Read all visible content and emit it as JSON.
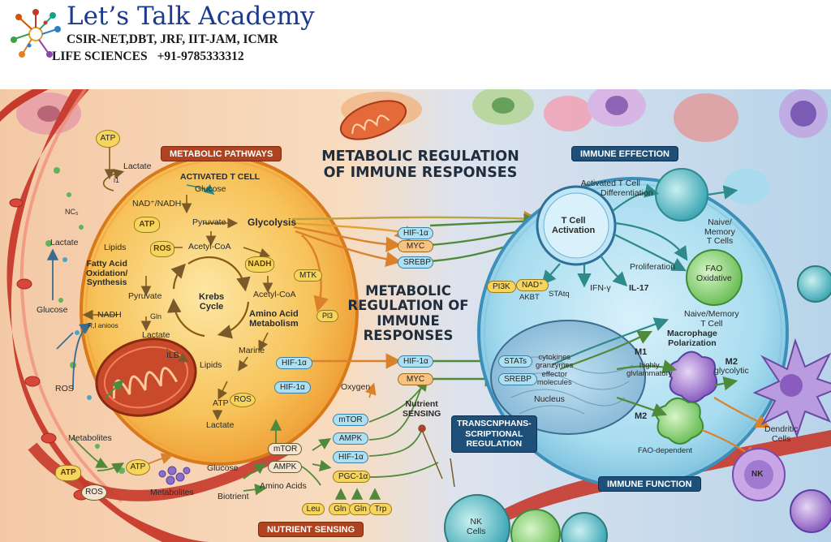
{
  "header": {
    "title": "Let’s Talk Academy",
    "exams": "CSIR-NET,DBT, JRF, IIT-JAM, ICMR",
    "subject": "LIFE SCIENCES",
    "phone": "+91-9785333312",
    "logo_icon": "molecule-cluster-logo"
  },
  "diagram": {
    "title_top": [
      "METABOLIC REGULATION",
      "OF IMMUNE RESPONSES"
    ],
    "title_center": [
      "METABOLIC",
      "REGULATION OF",
      "IMMUNE",
      "RESPONSES"
    ],
    "banners": {
      "metabolic_pathways": "METABOLIC PATHWAYS",
      "nutrient_sensing": "NUTRIENT SENSING",
      "immune_effection": "IMMUNE EFFECTION",
      "immune_function": "IMMUNE FUNCTION",
      "transcriptional": [
        "TRANSCNPHANS-",
        "SCRIPTIONAL",
        "REGULATION"
      ]
    },
    "left_cell": {
      "title": "ACTIVATED T CELL",
      "atp_top": "ATP",
      "lactate_top": "Lactate",
      "i1": "i1",
      "glucose": "Glucose",
      "nadh_pair": "NAD⁺/NADH",
      "atp_star": "ATP",
      "pyruvate": "Pyruvate",
      "glycolysis": "Glycolysis",
      "lipids": "Lipids",
      "ros_star": "ROS",
      "acetyl_coa": "Acetyl-CoA",
      "nadh_star": "NADH",
      "fatty_acid": [
        "Fatty Acid",
        "Oxidation/",
        "Synthesis"
      ],
      "krebs": [
        "Krebs",
        "Cycle"
      ],
      "mtk": "MTK",
      "pyruvate2": "Pyruvate",
      "acetyl_coa2": "Acetyl-CoA",
      "gin": "Gln",
      "amino_acid_met": [
        "Amino Acid",
        "Metabolism"
      ],
      "lactate_mid": "Lactate",
      "marine": "Marine",
      "ilb": "ILB",
      "lipids2": "Lipids",
      "atp_low": "ATP",
      "ros_low": "ROS",
      "lactate_low": "Lactate",
      "hif_side": "HIF-1α",
      "hif_inner": "HIF-1α",
      "pl3": "Pl3"
    },
    "left_edge": {
      "no": "NC₅",
      "lactate": "Lactate",
      "glucose": "Glucose",
      "nadh": "NADH",
      "anions": "R,l anioos",
      "ros": "ROS",
      "metabolites": "Metabolites",
      "atp_star": "ATP",
      "atp_pill": "ATP",
      "ros_bottom": "ROS",
      "metabolites_bottom": "Metabolites"
    },
    "center": {
      "hif": "HIF-1α",
      "myc": "MYC",
      "srebp": "SREBP",
      "hif2": "HIF-1α",
      "myc2": "MYC",
      "oxygen": "Oxygen",
      "nutrient_sensing": [
        "Nutrient",
        "SENSING"
      ],
      "mtor_top": "mTOR",
      "ampk_top": "AMPK",
      "hif3": "HIF-1α",
      "pgc": "PGC-1α",
      "mtor_left": "mTOR",
      "ampk_left": "AMPK",
      "glucose": "Glucose",
      "amino_acids": "Amino Acids",
      "biotrient": "Biotrient",
      "leu": "Leu",
      "gin1": "Gln",
      "gin2": "Gln",
      "trp": "Trp"
    },
    "right_cell": {
      "activated_diff": [
        "Activated T Cell",
        "Differentiation"
      ],
      "tcell_activation": [
        "T Cell",
        "Activation"
      ],
      "naive_memory": [
        "Naive/",
        "Memory",
        "T Cells"
      ],
      "proliferation": "Proliferation",
      "fao": [
        "FAO",
        "Oxidative"
      ],
      "pi3k": "PI3K",
      "nad": "NAD⁺",
      "akt": "AKBT",
      "stat_q": "STAtq",
      "ifn": "IFN-γ",
      "il17": "IL-17",
      "naive_memory2": [
        "Naive/Memory",
        "T Cell"
      ],
      "macrophage": [
        "Macrophage",
        "Polarization"
      ],
      "m1": "M1",
      "highly": [
        "highly",
        "glvlammatory"
      ],
      "m2": [
        "M2",
        "glycolytic"
      ],
      "stats": "STATs",
      "srebp": "SREBP",
      "cytokines": [
        "cytokines",
        "granzymes",
        "effector",
        "molecules"
      ],
      "nucleus": "Nucleus",
      "m2b": "M2",
      "fao_dep": "FAO-dependent",
      "dendritic": [
        "Dendritic",
        "Cells"
      ],
      "nk": "NK",
      "nk_cells": [
        "NK",
        "Cells"
      ]
    },
    "colors": {
      "orange_cell": "#f5b64a",
      "blue_cell": "#8fd0e8",
      "vessel": "#c7392b",
      "banner_red": "#b0431f",
      "banner_blue": "#1e4f78"
    }
  }
}
